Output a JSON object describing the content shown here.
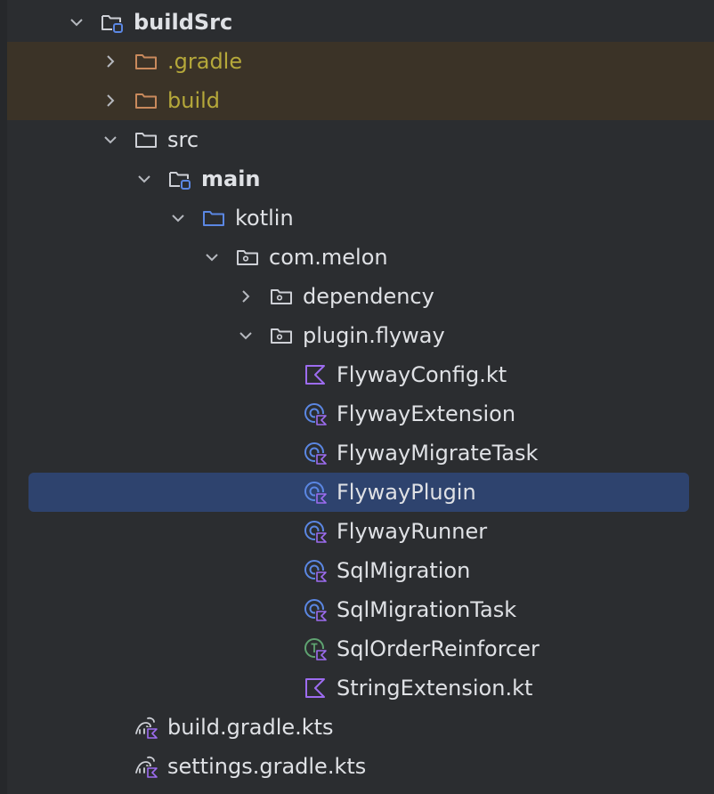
{
  "tree": {
    "build_src": "buildSrc",
    "gradle_dir": ".gradle",
    "build_dir": "build",
    "src_dir": "src",
    "main_dir": "main",
    "kotlin_dir": "kotlin",
    "com_melon": "com.melon",
    "dependency": "dependency",
    "plugin_flyway": "plugin.flyway",
    "files": [
      "FlywayConfig.kt",
      "FlywayExtension",
      "FlywayMigrateTask",
      "FlywayPlugin",
      "FlywayRunner",
      "SqlMigration",
      "SqlMigrationTask",
      "SqlOrderReinforcer",
      "StringExtension.kt"
    ],
    "build_gradle": "build.gradle.kts",
    "settings_gradle": "settings.gradle.kts"
  },
  "icons": {
    "folder": "folder-icon",
    "module": "module-folder-icon",
    "source_root": "source-root-icon",
    "package": "package-icon",
    "kotlin_file": "kotlin-file-icon",
    "kotlin_class": "kotlin-class-icon",
    "kotlin_interface": "kotlin-interface-icon",
    "gradle_kts": "gradle-kotlin-script-icon"
  },
  "colors": {
    "background": "#2b2d30",
    "selection": "#2e436e",
    "excluded_bg": "#3b3327",
    "excluded_text": "#b5a83a",
    "text": "#dfe1e5",
    "kotlin_purple": "#9d6cf0",
    "class_blue": "#5b87e3",
    "interface_green": "#5fa371"
  }
}
